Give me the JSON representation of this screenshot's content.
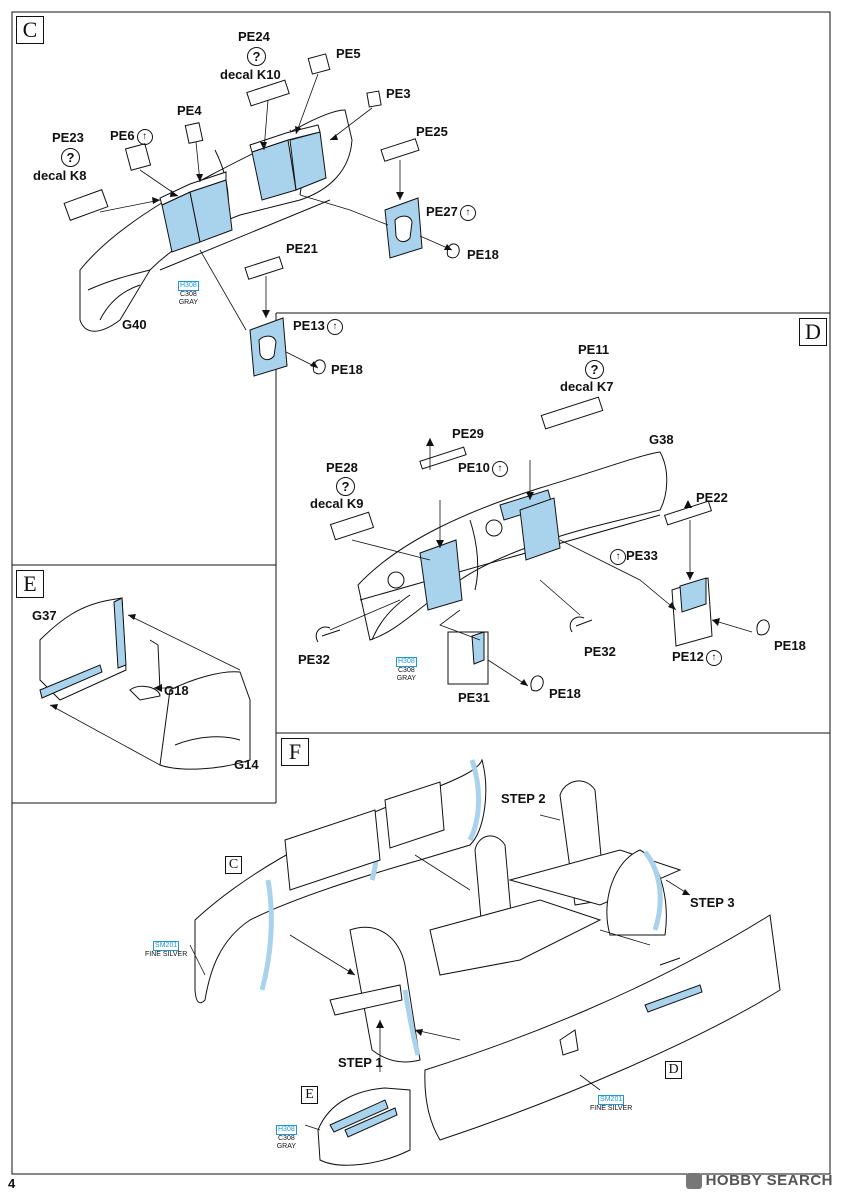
{
  "page_number": "4",
  "watermark": "HOBBY SEARCH",
  "colors": {
    "highlight_blue": "#a9d2ec",
    "callout_blue": "#1e9ad6",
    "line": "#111111"
  },
  "sections": {
    "C": {
      "label": "C",
      "parts": {
        "pe23": "PE23",
        "decal_k8": "decal K8",
        "pe6": "PE6",
        "pe4": "PE4",
        "pe24": "PE24",
        "decal_k10": "decal K10",
        "pe5": "PE5",
        "pe3": "PE3",
        "pe25": "PE25",
        "pe27": "PE27",
        "pe18_a": "PE18",
        "pe21": "PE21",
        "pe13": "PE13",
        "pe18_b": "PE18",
        "g40": "G40"
      },
      "paint": {
        "code": "H308",
        "alt": "C308",
        "name": "GRAY"
      }
    },
    "D": {
      "label": "D",
      "parts": {
        "pe11": "PE11",
        "decal_k7": "decal K7",
        "g38": "G38",
        "pe29": "PE29",
        "pe10": "PE10",
        "pe28": "PE28",
        "decal_k9": "decal K9",
        "pe22": "PE22",
        "pe33": "PE33",
        "pe32_a": "PE32",
        "pe32_b": "PE32",
        "pe31": "PE31",
        "pe18_a": "PE18",
        "pe12": "PE12",
        "pe18_b": "PE18"
      },
      "paint": {
        "code": "H308",
        "alt": "C308",
        "name": "GRAY"
      }
    },
    "E": {
      "label": "E",
      "parts": {
        "g37": "G37",
        "g18": "G18",
        "g14": "G14"
      }
    },
    "F": {
      "label": "F",
      "steps": {
        "step1": "STEP 1",
        "step2": "STEP 2",
        "step3": "STEP 3"
      },
      "refs": {
        "c": "C",
        "d": "D",
        "e": "E"
      },
      "paint_silver_1": {
        "code": "SM201",
        "name": "FINE SILVER"
      },
      "paint_silver_2": {
        "code": "SM201",
        "name": "FINE SILVER"
      },
      "paint_gray": {
        "code": "H308",
        "alt": "C308",
        "name": "GRAY"
      }
    }
  }
}
